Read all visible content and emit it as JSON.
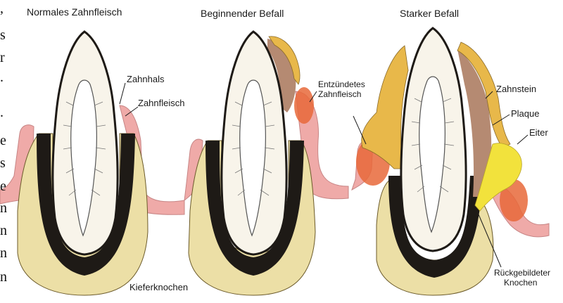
{
  "panels": {
    "normal": {
      "title": "Normales Zahnfleisch",
      "labels": {
        "neck": "Zahnhals",
        "gum": "Zahnfleisch",
        "bone": "Kieferknochen"
      }
    },
    "beginning": {
      "title": "Beginnender Befall",
      "labels": {
        "inflamed_line1": "Entzündetes",
        "inflamed_line2": "Zahnfleisch"
      }
    },
    "severe": {
      "title": "Starker Befall",
      "labels": {
        "tartar": "Zahnstein",
        "plaque": "Plaque",
        "pus": "Eiter",
        "receded_line1": "Rückgebildeter",
        "receded_line2": "Knochen"
      }
    }
  },
  "edge_text": [
    ",",
    "s",
    "r",
    ".",
    ".",
    "e",
    "s",
    "e",
    "n",
    "n",
    "n",
    "n"
  ],
  "colors": {
    "enamel": "#f8f4ea",
    "gum": "#efaaa8",
    "bone": "#ecdfa6",
    "tartar": "#e8b84a",
    "plaque": "#b58a72",
    "pus": "#f2e23c",
    "inflamed": "#e8683a",
    "outline": "#1e1a16"
  }
}
